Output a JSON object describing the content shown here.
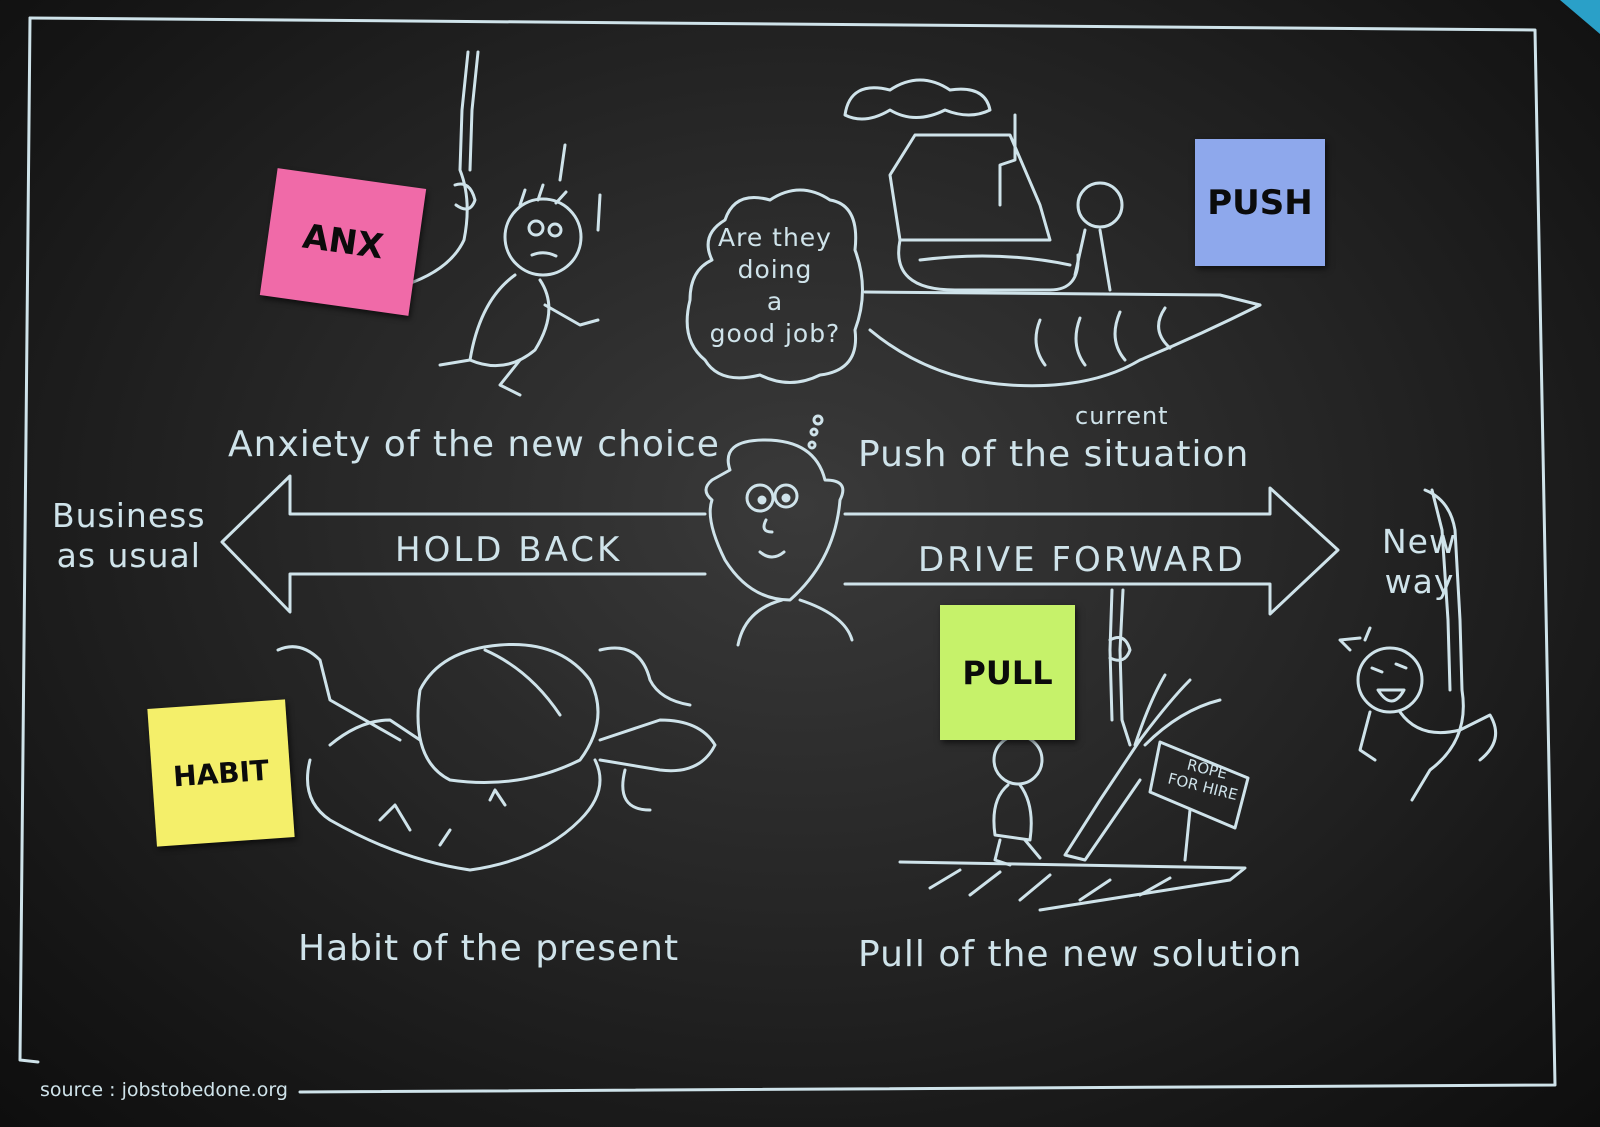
{
  "quadrants": {
    "anxiety": {
      "note": "ANX",
      "caption": "Anxiety of the new choice",
      "note_color": "#f06aa8"
    },
    "push": {
      "note": "PUSH",
      "caption_main": "Push of the situation",
      "caption_insert": "current",
      "note_color": "#8ea8ec"
    },
    "habit": {
      "note": "HABIT",
      "caption": "Habit of the present",
      "note_color": "#f4ef6a"
    },
    "pull": {
      "note": "PULL",
      "caption": "Pull of the new solution",
      "note_color": "#c6f26a"
    }
  },
  "arrows": {
    "left": "HOLD BACK",
    "right": "DRIVE FORWARD"
  },
  "sides": {
    "left": [
      "Business",
      "as usual"
    ],
    "right": [
      "New",
      "way"
    ]
  },
  "thought_bubble": [
    "Are they",
    "doing",
    "a",
    "good job?"
  ],
  "sign": [
    "ROPE",
    "FOR HIRE"
  ],
  "source": "source : jobstobedone.org",
  "colors": {
    "chalk": "#cfe3ea",
    "board": "#262626",
    "corner_tab": "#2aa0c8"
  }
}
